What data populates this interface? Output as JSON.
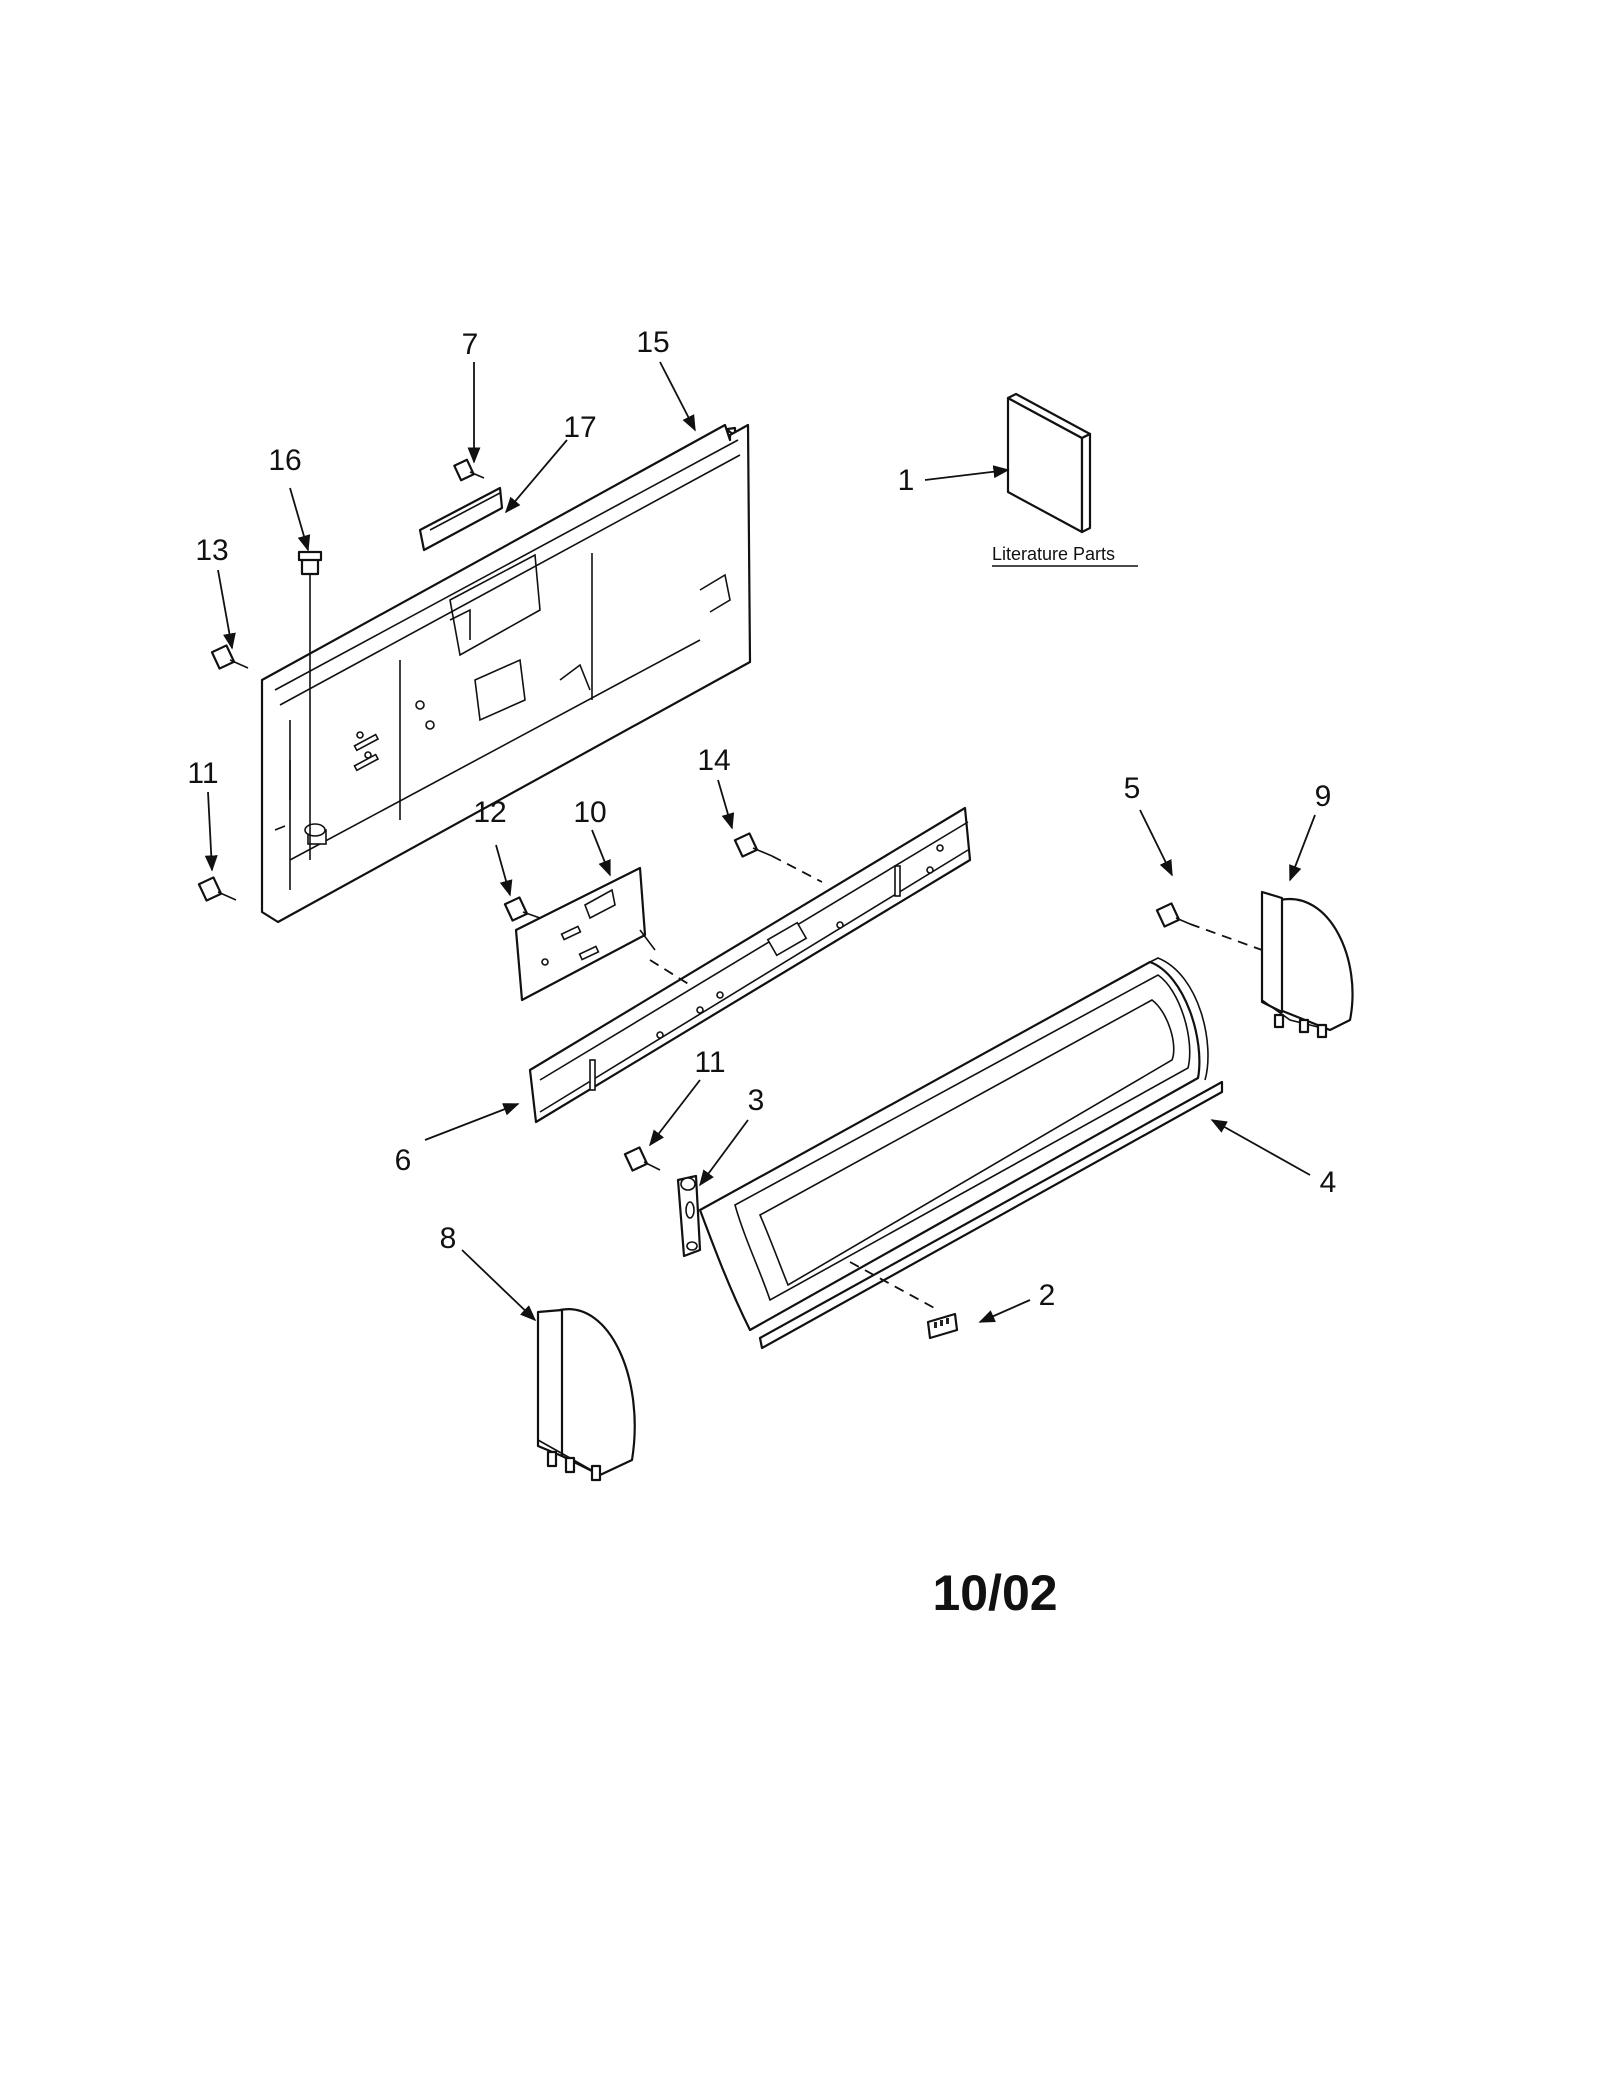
{
  "callouts": {
    "c1": "1",
    "c2": "2",
    "c3": "3",
    "c4": "4",
    "c5": "5",
    "c6": "6",
    "c7": "7",
    "c8": "8",
    "c9": "9",
    "c10": "10",
    "c11a": "11",
    "c11b": "11",
    "c12": "12",
    "c13": "13",
    "c14": "14",
    "c15": "15",
    "c16": "16",
    "c17": "17"
  },
  "literature_label": "Literature Parts",
  "date_stamp": "10/02"
}
